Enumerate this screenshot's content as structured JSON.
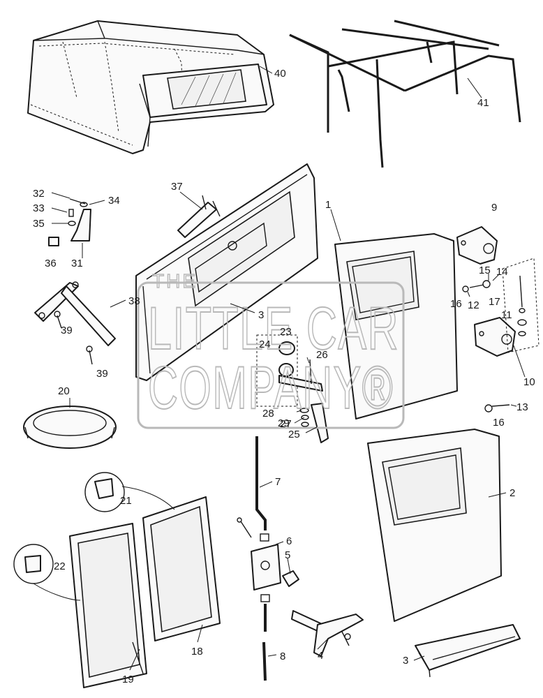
{
  "watermark": {
    "prefix": "THE",
    "line1": "LITTLE CAR",
    "line2": "COMPANY®"
  },
  "callouts": [
    {
      "id": "c40",
      "label": "40"
    },
    {
      "id": "c41",
      "label": "41"
    },
    {
      "id": "c37",
      "label": "37"
    },
    {
      "id": "c1",
      "label": "1"
    },
    {
      "id": "c9",
      "label": "9"
    },
    {
      "id": "c32",
      "label": "32"
    },
    {
      "id": "c34",
      "label": "34"
    },
    {
      "id": "c33",
      "label": "33"
    },
    {
      "id": "c35",
      "label": "35"
    },
    {
      "id": "c36",
      "label": "36"
    },
    {
      "id": "c31",
      "label": "31"
    },
    {
      "id": "c38",
      "label": "38"
    },
    {
      "id": "c39a",
      "label": "39"
    },
    {
      "id": "c39b",
      "label": "39"
    },
    {
      "id": "c3a",
      "label": "3"
    },
    {
      "id": "c23",
      "label": "23"
    },
    {
      "id": "c24",
      "label": "24"
    },
    {
      "id": "c26",
      "label": "26"
    },
    {
      "id": "c15",
      "label": "15"
    },
    {
      "id": "c14",
      "label": "14"
    },
    {
      "id": "c16a",
      "label": "16"
    },
    {
      "id": "c12",
      "label": "12"
    },
    {
      "id": "c17",
      "label": "17"
    },
    {
      "id": "c11",
      "label": "11"
    },
    {
      "id": "c10",
      "label": "10"
    },
    {
      "id": "c13",
      "label": "13"
    },
    {
      "id": "c16b",
      "label": "16"
    },
    {
      "id": "c20",
      "label": "20"
    },
    {
      "id": "c27",
      "label": "27"
    },
    {
      "id": "c28",
      "label": "28"
    },
    {
      "id": "c29",
      "label": "29"
    },
    {
      "id": "c25",
      "label": "25"
    },
    {
      "id": "c7",
      "label": "7"
    },
    {
      "id": "c2",
      "label": "2"
    },
    {
      "id": "c21",
      "label": "21"
    },
    {
      "id": "c6",
      "label": "6"
    },
    {
      "id": "c5",
      "label": "5"
    },
    {
      "id": "c22",
      "label": "22"
    },
    {
      "id": "c18",
      "label": "18"
    },
    {
      "id": "c19",
      "label": "19"
    },
    {
      "id": "c8",
      "label": "8"
    },
    {
      "id": "c4",
      "label": "4"
    },
    {
      "id": "c3b",
      "label": "3"
    }
  ]
}
